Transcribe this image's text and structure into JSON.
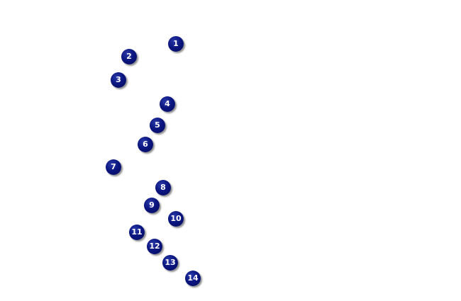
{
  "colors": {
    "background": "#ffffff",
    "marker_fill": "#0b1680",
    "marker_text": "#ffffff"
  },
  "markers": [
    {
      "label": "1"
    },
    {
      "label": "2"
    },
    {
      "label": "3"
    },
    {
      "label": "4"
    },
    {
      "label": "5"
    },
    {
      "label": "6"
    },
    {
      "label": "7"
    },
    {
      "label": "8"
    },
    {
      "label": "9"
    },
    {
      "label": "10"
    },
    {
      "label": "11"
    },
    {
      "label": "12"
    },
    {
      "label": "13"
    },
    {
      "label": "14"
    }
  ]
}
